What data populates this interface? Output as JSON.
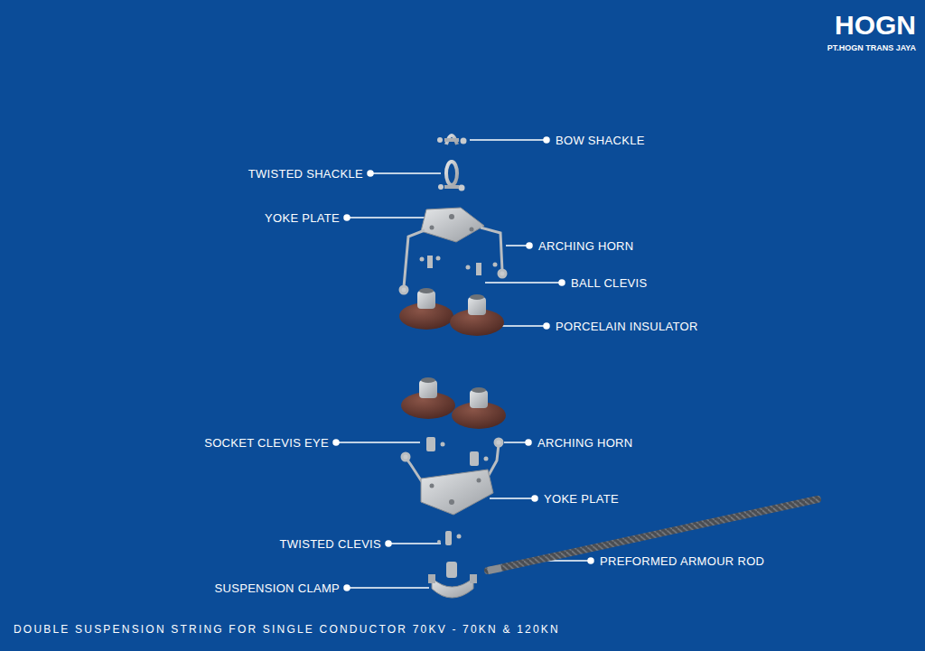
{
  "diagram": {
    "caption": "DOUBLE SUSPENSION STRING FOR SINGLE CONDUCTOR 70KV - 70KN & 120KN",
    "labels": [
      "HOGN",
      "PT.HOGN TRANS JAYA",
      "BOW SHACKLE",
      "TWISTED SHACKLE",
      "YOKE PLATE",
      "ARCHING HORN",
      "BALL CLEVIS",
      "PORCELAIN INSULATOR",
      "SOCKET CLEVIS EYE",
      "ARCHING HORN",
      "YOKE PLATE",
      "TWISTED CLEVIS",
      "PREFORMED ARMOUR ROD",
      "SUSPENSION CLAMP"
    ]
  }
}
